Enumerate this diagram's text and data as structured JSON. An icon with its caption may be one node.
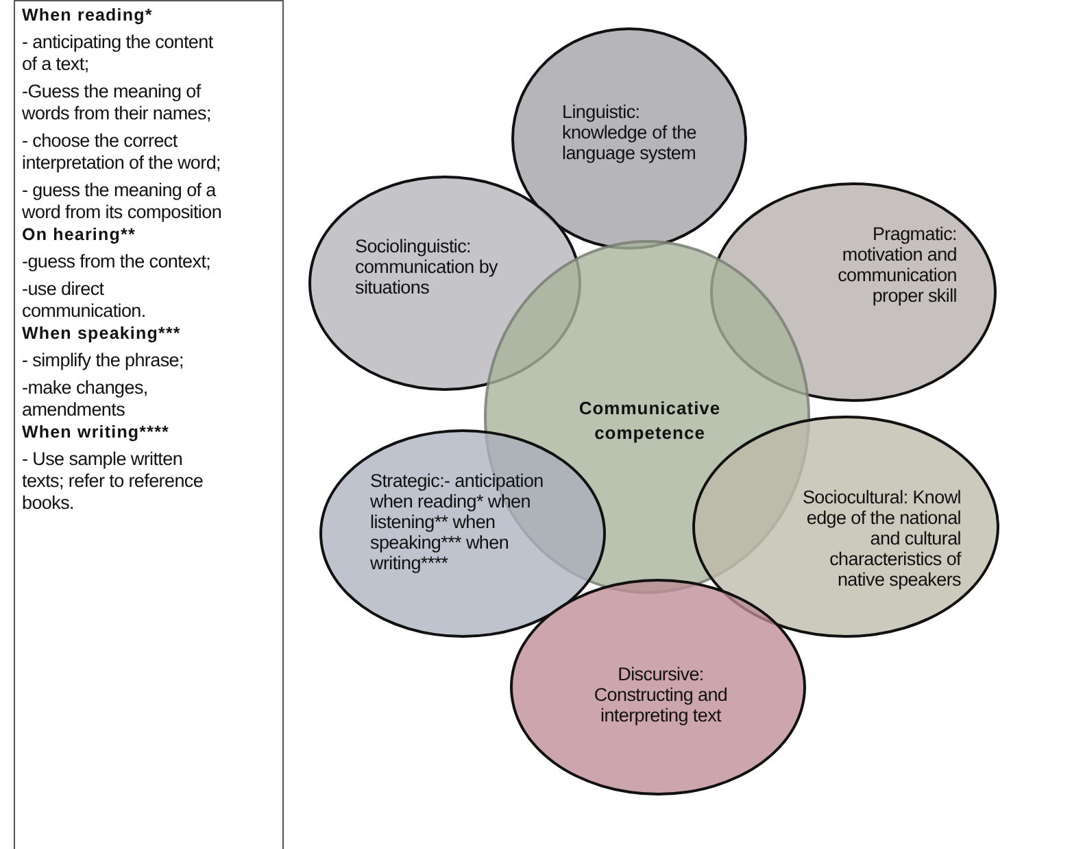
{
  "diagram": {
    "nodes": [
      {
        "text": [
          "Linguistic: knowledge of the language system"
        ]
      },
      {
        "text": [
          "Sociolinguistic: communication by situations"
        ]
      },
      {
        "text": [
          "Pragmatic: motivation and communication proper skill"
        ]
      },
      {
        "text": [
          "Communicative competence"
        ]
      },
      {
        "text": [
          "Strategic:- anticipation when reading* when listening** when speaking*** when writing****"
        ]
      },
      {
        "text": [
          "Sociocultural: Knowl edge of the national and cultural characteristics of native speakers"
        ]
      },
      {
        "text": [
          "Discursive: Constructing and interpreting text"
        ]
      }
    ],
    "edges": [],
    "labels": [
      "When reading*",
      "- anticipating the content of a text;",
      "-Guess the meaning of words from their names;",
      "- choose the correct interpretation of the word;",
      "- guess the meaning of a word from its composition",
      "On hearing**",
      "-guess from the context;",
      "-use direct communication.",
      "When speaking***",
      "- simplify the phrase;",
      "-make changes, amendments",
      "When writing****",
      "- Use sample written texts; refer to reference books."
    ]
  }
}
